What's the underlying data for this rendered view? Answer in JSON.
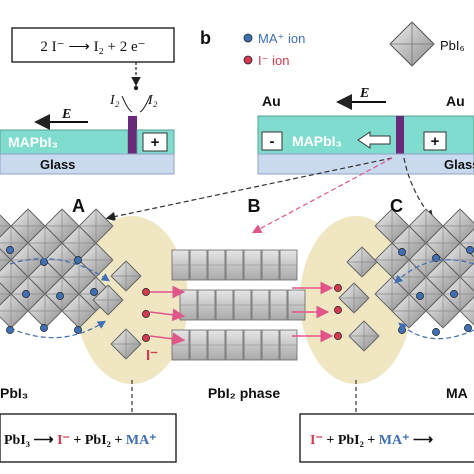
{
  "panel_a": {
    "equation": "2 I⁻ ⟶ I₂ + 2 e⁻",
    "i2_left": "I₂",
    "i2_right": "I₂",
    "field_label": "E",
    "layer_label": "MAPbI₃",
    "plus": "+",
    "substrate": "Glass"
  },
  "panel_b": {
    "letter": "b",
    "legend_ma": "MA⁺ ion",
    "legend_i": "I⁻ ion",
    "legend_pbi": "PbI₆",
    "au_left": "Au",
    "au_right": "Au",
    "field_label": "E",
    "layer_label": "MAPbI₃",
    "minus": "-",
    "plus": "+",
    "substrate": "Glass"
  },
  "structure": {
    "label_a": "A",
    "label_b": "B",
    "label_c": "C",
    "iodide_label": "I⁻",
    "left_phase": "PbI₃",
    "mid_phase": "PbI₂ phase",
    "right_phase": "MA"
  },
  "reactions": {
    "left": [
      "PbI₃",
      " ⟶ ",
      "I⁻",
      " + PbI₂ + ",
      "MA⁺"
    ],
    "right": [
      "I⁻",
      " + PbI₂ + ",
      "MA⁺",
      " ⟶"
    ]
  },
  "colors": {
    "teal": "#7fdccf",
    "glass": "#c9d9ee",
    "electrode": "#6a2a7a",
    "halo": "#f1e6c2",
    "ma_ion": "#3f6fb5",
    "i_ion": "#d23a4f",
    "arrow_pink": "#e0568a"
  }
}
